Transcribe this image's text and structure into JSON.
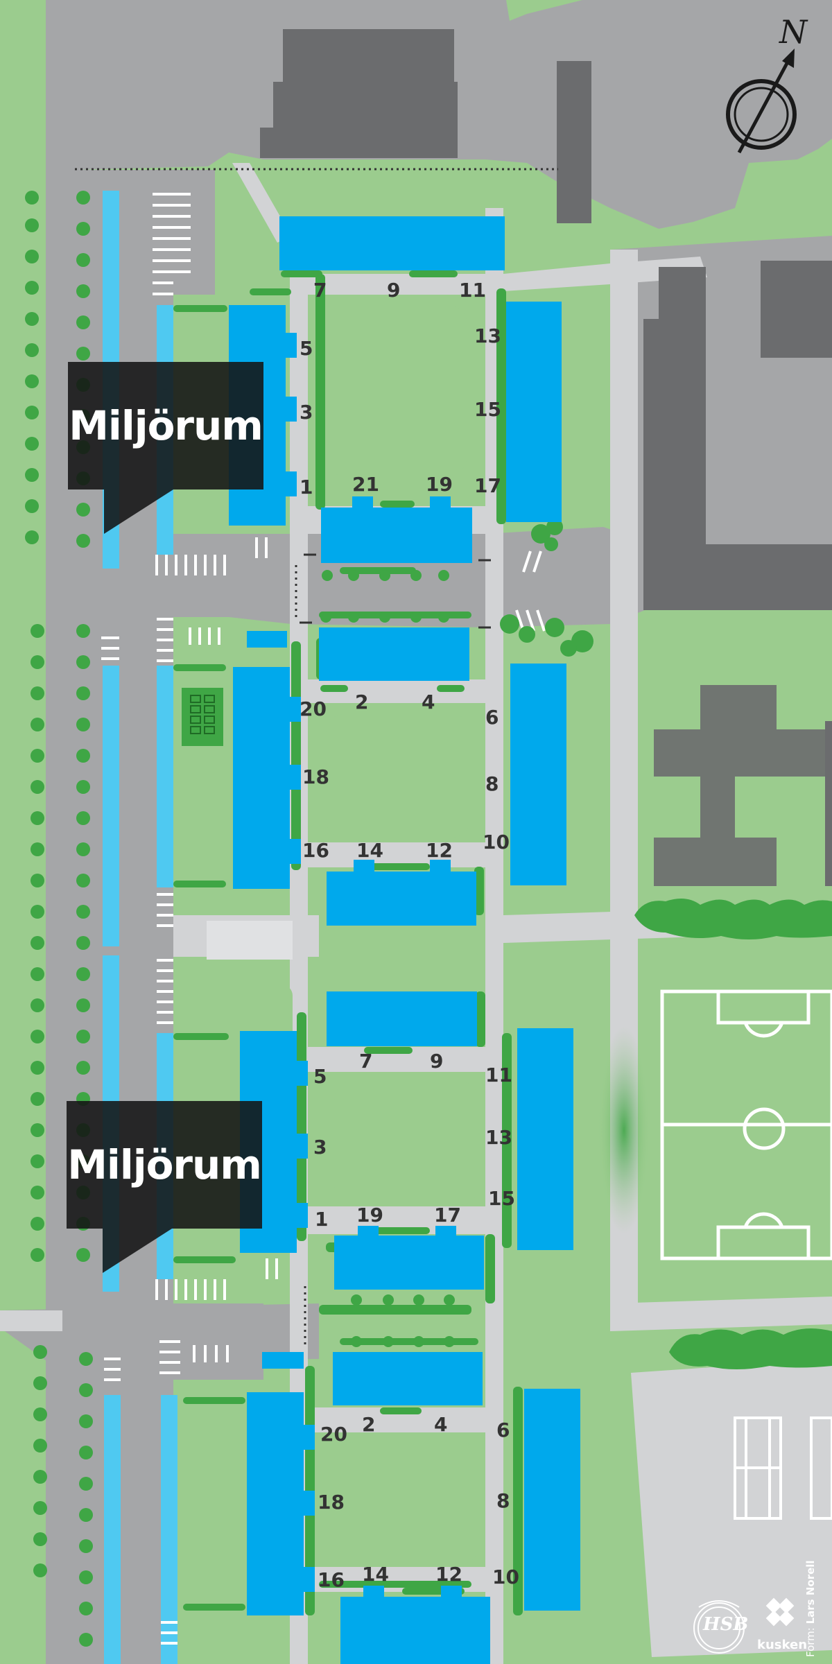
{
  "callouts": [
    {
      "label": "Miljörum"
    },
    {
      "label": "Miljörum"
    }
  ],
  "north_label": "N",
  "credit": {
    "prefix": "Form: ",
    "name": "Lars Norell"
  },
  "logos": {
    "hsb": "HSB",
    "kusken": "kusken"
  },
  "house_numbers": {
    "block1": [
      "7",
      "9",
      "11",
      "5",
      "13",
      "3",
      "15",
      "1",
      "21",
      "19",
      "17"
    ],
    "block2": [
      "2",
      "4",
      "20",
      "6",
      "18",
      "8",
      "16",
      "14",
      "12",
      "10"
    ],
    "block3": [
      "7",
      "9",
      "5",
      "11",
      "13",
      "3",
      "15",
      "1",
      "19",
      "17"
    ],
    "block4": [
      "20",
      "2",
      "4",
      "6",
      "8",
      "18",
      "16",
      "14",
      "12",
      "10"
    ]
  },
  "colors": {
    "grass": "#9bcc8e",
    "road": "#a5a6a8",
    "path": "#d2d3d5",
    "building": "#00a9ec",
    "parking": "#4fc9f1",
    "other_building": "#6b6c6e",
    "tree": "#3fa645"
  },
  "icons": [
    "compass-north-icon",
    "hsb-logo",
    "kusken-logo"
  ]
}
